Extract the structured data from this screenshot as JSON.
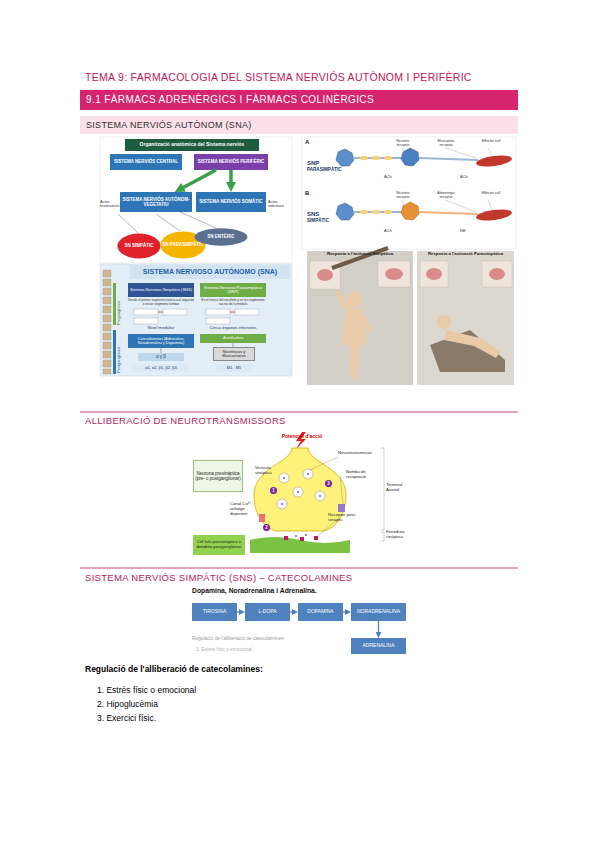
{
  "diagram": {
    "title": "TEMA 9: FARMACOLOGIA DEL SISTEMA NERVIÓS AUTÒNOM I PERIFÈRIC",
    "nodes": [
      {
        "text": [
          "9.1 FÀRMACS ADRENÈRGICS I FÀRMACS COLINÈRGICS"
        ]
      },
      {
        "text": [
          "SISTEMA NERVIÓS AUTÒNOM (SNA)"
        ]
      },
      {
        "text": [
          "Organització anatòmica del Sistema nerviós"
        ]
      },
      {
        "text": [
          "SISTEMA NERVIÓS CENTRAL"
        ]
      },
      {
        "text": [
          "SISTEMA NERVIÓS PERIFÈRIC"
        ]
      },
      {
        "text": [
          "SISTEMA NERVIÓS AUTÒNOM- VEGETATIU"
        ]
      },
      {
        "text": [
          "SISTEMA NERVIÓS SOMÀTIC"
        ]
      },
      {
        "text": [
          "SN SIMPÀTIC"
        ]
      },
      {
        "text": [
          "SN PARASIMPÀTIC"
        ]
      },
      {
        "text": [
          "SN ENTÈRIC"
        ]
      },
      {
        "text": [
          "Sistema Nervioso Simpático (SNS)"
        ]
      },
      {
        "text": [
          "Sistema Nervioso Parasimpático (SNP)"
        ]
      },
      {
        "text": [
          "Catecolaminas (Adrenalina, Noradrenalina y Dopamina)"
        ]
      },
      {
        "text": [
          "Acetilcolina"
        ]
      },
      {
        "text": [
          "Nicotínicos y Muscarínicos"
        ]
      },
      {
        "text": [
          "α y β"
        ]
      },
      {
        "text": [
          "α1, α2, β1, β2, β3"
        ]
      },
      {
        "text": [
          "M1 - M5"
        ]
      },
      {
        "text": [
          "Neurona presinàptica (pre- o postganglionar)"
        ]
      },
      {
        "text": [
          "Cèl·lula postsinàptica o dendrita postganglionar"
        ]
      },
      {
        "text": [
          "TIROSINA"
        ]
      },
      {
        "text": [
          "L-DOPA"
        ]
      },
      {
        "text": [
          "DOPAMINA"
        ]
      },
      {
        "text": [
          "NORADRENALINA"
        ]
      },
      {
        "text": [
          "ADRENALINA"
        ]
      }
    ],
    "edges": [
      {
        "from": 4,
        "to": 5,
        "arrow": "to"
      },
      {
        "from": 4,
        "to": 6,
        "arrow": "to"
      },
      {
        "from": 20,
        "to": 21,
        "arrow": "to"
      },
      {
        "from": 21,
        "to": 22,
        "arrow": "to"
      },
      {
        "from": 22,
        "to": 23,
        "arrow": "to"
      },
      {
        "from": 23,
        "to": 24,
        "arrow": "to"
      }
    ],
    "labels": [
      "Actes involuntaris",
      "Actes voluntaris",
      "SISTEMA NERVIOSO AUTÓNOMO (SNA)",
      "Desde el primer segmento torácico al segundo o tercer segmento lumbar",
      "En el tronco del encéfalo y en los segmentos sacros de la médula",
      "Nivel medular",
      "Cerca órganos efectores",
      "Preganglionar",
      "Postganglionar",
      "A",
      "SNP",
      "PARASIMPÀTIC",
      "Nicotinic receptor",
      "Muscarinic receptor",
      "Effector cell",
      "ACh",
      "ACh",
      "B",
      "SNS",
      "SIMPÀTIC",
      "Nicotinic receptor",
      "Adrenergic receptor",
      "Effector cell",
      "ACh",
      "NE",
      "Resposta a l'activació Simpàtica",
      "Resposta a l'activació Parasimpàtica",
      "ALLIBERACIÓ DE NEUROTRANSMISSORS",
      "Potencial d'acció",
      "Vesícula sinàptica",
      "Neurotransmissor",
      "Bomba de recaptació",
      "Terminal Axonal",
      "Canal Ca²⁺ voltatge depenent",
      "Receptor post-sinàptic",
      "Fenedura sinàptica",
      "1",
      "2",
      "3",
      "SISTEMA NERVIÓS SIMPÀTIC (SNS) – CATECOLAMINES",
      "Dopamina, Noradrenalina i Adrenalina.",
      "Regulació de l'alliberació de catecolamines:",
      "1. Estrès físic o emocional",
      "Regulació de l'alliberació de catecolamines:",
      "1. Estrès físic o emocional",
      "2. Hipoglucèmia",
      "3. Exercici físic."
    ]
  }
}
